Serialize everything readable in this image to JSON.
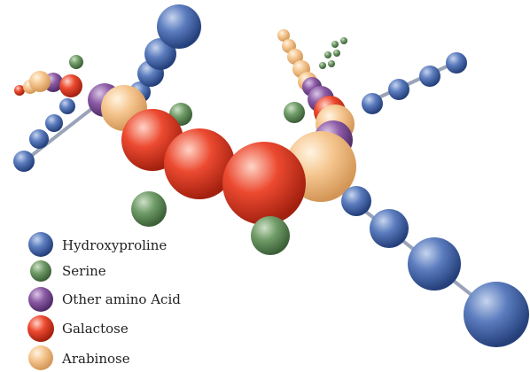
{
  "legend": {
    "items": [
      {
        "key": "hyp",
        "label": "Hydroxyproline",
        "icon": "blue-sphere-icon",
        "color": "#3a5fa8"
      },
      {
        "key": "ser",
        "label": "Serine",
        "icon": "green-sphere-icon",
        "color": "#5d8a56"
      },
      {
        "key": "oth",
        "label": "Other amino Acid",
        "icon": "purple-sphere-icon",
        "color": "#7b4a94"
      },
      {
        "key": "gal",
        "label": "Galactose",
        "icon": "red-sphere-icon",
        "color": "#e0402a"
      },
      {
        "key": "ara",
        "label": "Arabinose",
        "icon": "orange-sphere-icon",
        "color": "#f2bd80"
      }
    ]
  }
}
